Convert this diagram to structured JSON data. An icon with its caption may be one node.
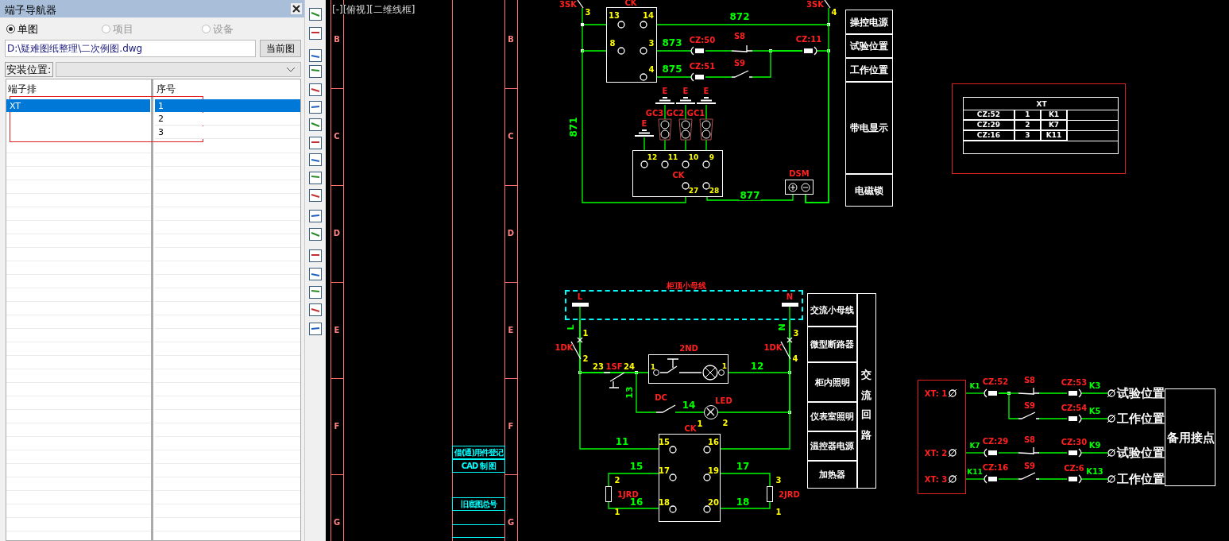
{
  "diagram": {
    "nodes": [
      {
        "text": [
          "CK"
        ]
      },
      {
        "text": [
          "CK"
        ]
      },
      {
        "text": [
          "DSM"
        ]
      },
      {
        "text": [
          "柜顶小母线"
        ]
      },
      {
        "text": [
          "2ND"
        ]
      },
      {
        "text": [
          "CK"
        ]
      },
      {
        "text": [
          "XT"
        ]
      },
      {
        "text": [
          "XT: 1",
          "XT: 2",
          "XT: 3"
        ]
      },
      {
        "text": [
          "备用接点"
        ]
      },
      {
        "text": [],
        "shape": "box",
        "beside": [
          "2",
          "1JRD",
          "1"
        ]
      },
      {
        "text": [],
        "shape": "box",
        "beside": [
          "3",
          "2JRD",
          "1"
        ]
      },
      {
        "text": [
          "E"
        ]
      },
      {
        "text": [
          "E"
        ]
      },
      {
        "text": [
          "E"
        ]
      },
      {
        "text": [
          "E"
        ]
      },
      {
        "text": [],
        "shape": "indicator",
        "beside": [
          "GC3"
        ]
      },
      {
        "text": [],
        "shape": "indicator",
        "beside": [
          "GC2"
        ]
      },
      {
        "text": [],
        "shape": "indicator",
        "beside": [
          "GC1"
        ]
      },
      {
        "text": [],
        "shape": "plug",
        "beside": [
          "CZ:50"
        ]
      },
      {
        "text": [],
        "shape": "plug",
        "beside": [
          "CZ:51"
        ]
      },
      {
        "text": [],
        "shape": "switch",
        "beside": [
          "DC"
        ]
      },
      {
        "text": [],
        "shape": "circle",
        "beside": [
          "LED",
          "1",
          "2"
        ]
      },
      {
        "text": [],
        "shape": "plug",
        "beside": [
          "CZ:52"
        ]
      },
      {
        "text": [],
        "shape": "plug",
        "beside": [
          "CZ:29"
        ]
      },
      {
        "text": [],
        "shape": "plug",
        "beside": [
          "CZ:16"
        ]
      },
      {
        "text": [],
        "shape": "switch",
        "beside": [
          "S8"
        ]
      },
      {
        "text": [],
        "shape": "switch",
        "beside": [
          "S9"
        ]
      },
      {
        "text": [],
        "shape": "plug",
        "beside": [
          "CZ:11"
        ]
      },
      {
        "text": [],
        "shape": "switch",
        "beside": [
          "S8"
        ]
      },
      {
        "text": [],
        "shape": "switch",
        "beside": [
          "S9"
        ]
      },
      {
        "text": [],
        "shape": "switch",
        "beside": [
          "S8"
        ]
      },
      {
        "text": [],
        "shape": "switch",
        "beside": [
          "S9"
        ]
      },
      {
        "text": [],
        "shape": "plug",
        "beside": [
          "CZ:53"
        ]
      },
      {
        "text": [],
        "shape": "plug",
        "beside": [
          "CZ:54"
        ]
      },
      {
        "text": [],
        "shape": "plug",
        "beside": [
          "CZ:30"
        ]
      },
      {
        "text": [],
        "shape": "plug",
        "beside": [
          "CZ:6"
        ]
      },
      {
        "text": [],
        "shape": "terminal",
        "beside": [
          "试验位置"
        ]
      },
      {
        "text": [],
        "shape": "terminal",
        "beside": [
          "工作位置"
        ]
      },
      {
        "text": [],
        "shape": "terminal",
        "beside": [
          "试验位置"
        ]
      },
      {
        "text": [],
        "shape": "terminal",
        "beside": [
          "工作位置"
        ]
      }
    ],
    "edges": [
      {
        "from": 0,
        "to": 1,
        "arrow": "none",
        "label": "871"
      },
      {
        "from": 1,
        "to": 2,
        "arrow": "none",
        "label": "877"
      },
      {
        "from": 0,
        "to": 2,
        "arrow": "none",
        "label": "872"
      },
      {
        "from": 3,
        "to": 4,
        "arrow": "none"
      },
      {
        "from": 4,
        "to": 3,
        "arrow": "none",
        "label": "12"
      },
      {
        "from": 3,
        "to": 5,
        "arrow": "none",
        "label": "11"
      },
      {
        "from": 3,
        "to": 5,
        "arrow": "none"
      },
      {
        "from": 5,
        "to": 9,
        "arrow": "none",
        "label": "15"
      },
      {
        "from": 9,
        "to": 5,
        "arrow": "none",
        "label": "16"
      },
      {
        "from": 5,
        "to": 10,
        "arrow": "none",
        "label": "17"
      },
      {
        "from": 10,
        "to": 5,
        "arrow": "none",
        "label": "18"
      },
      {
        "from": 11,
        "to": 15,
        "arrow": "none"
      },
      {
        "from": 12,
        "to": 16,
        "arrow": "none"
      },
      {
        "from": 13,
        "to": 17,
        "arrow": "none"
      },
      {
        "from": 15,
        "to": 1,
        "arrow": "none"
      },
      {
        "from": 16,
        "to": 1,
        "arrow": "none"
      },
      {
        "from": 17,
        "to": 1,
        "arrow": "none"
      },
      {
        "from": 14,
        "to": 1,
        "arrow": "none"
      },
      {
        "from": 0,
        "to": 18,
        "arrow": "none",
        "label": "873"
      },
      {
        "from": 0,
        "to": 19,
        "arrow": "none",
        "label": "875"
      },
      {
        "from": 3,
        "to": 20,
        "arrow": "none",
        "label": "13"
      },
      {
        "from": 20,
        "to": 21,
        "arrow": "none",
        "label": "14"
      },
      {
        "from": 21,
        "to": 3,
        "arrow": "none"
      },
      {
        "from": 7,
        "to": 22,
        "arrow": "none",
        "label": "K1"
      },
      {
        "from": 7,
        "to": 23,
        "arrow": "none",
        "label": "K7"
      },
      {
        "from": 7,
        "to": 24,
        "arrow": "none",
        "label": "K11"
      },
      {
        "from": 18,
        "to": 25,
        "arrow": "none"
      },
      {
        "from": 19,
        "to": 26,
        "arrow": "none"
      },
      {
        "from": 25,
        "to": 27,
        "arrow": "none"
      },
      {
        "from": 26,
        "to": 27,
        "arrow": "none"
      },
      {
        "from": 27,
        "to": 2,
        "arrow": "none"
      },
      {
        "from": 22,
        "to": 28,
        "arrow": "none"
      },
      {
        "from": 22,
        "to": 29,
        "arrow": "none"
      },
      {
        "from": 23,
        "to": 30,
        "arrow": "none"
      },
      {
        "from": 24,
        "to": 31,
        "arrow": "none"
      },
      {
        "from": 28,
        "to": 32,
        "arrow": "none"
      },
      {
        "from": 29,
        "to": 33,
        "arrow": "none"
      },
      {
        "from": 30,
        "to": 34,
        "arrow": "none"
      },
      {
        "from": 31,
        "to": 35,
        "arrow": "none"
      },
      {
        "from": 32,
        "to": 36,
        "arrow": "none",
        "label": "K3"
      },
      {
        "from": 33,
        "to": 37,
        "arrow": "none",
        "label": "K5"
      },
      {
        "from": 34,
        "to": 38,
        "arrow": "none",
        "label": "K9"
      },
      {
        "from": 35,
        "to": 39,
        "arrow": "none",
        "label": "K13"
      }
    ],
    "labels": [
      "端子导航器",
      "单图",
      "项目",
      "设备",
      "D:\\疑难图纸整理\\二次例图.dwg",
      "当前图",
      "安装位置:",
      "端子排",
      "序号",
      "XT",
      "1",
      "2",
      "3",
      "[-][俯视][二维线框]",
      "B",
      "C",
      "D",
      "E",
      "F",
      "G",
      "B",
      "C",
      "D",
      "E",
      "F",
      "G",
      "借(通)用件登记",
      "CAD 制 图",
      "旧底图总号",
      "3SK",
      "3",
      "13",
      "14",
      "8",
      "3",
      "4",
      "3SK",
      "4",
      "12",
      "11",
      "10",
      "9",
      "27",
      "28",
      "操控电源",
      "试验位置",
      "工作位置",
      "带电显示",
      "电磁锁",
      "CZ:52",
      "1",
      "K1",
      "CZ:29",
      "2",
      "K7",
      "CZ:16",
      "3",
      "K11",
      "L",
      "N",
      "L",
      "N",
      "1",
      "3",
      "1DK",
      "1DK",
      "2",
      "4",
      "23",
      "1SF",
      "24",
      "1",
      "1",
      "15",
      "16",
      "17",
      "19",
      "18",
      "20",
      "交流小母线",
      "微型断路器",
      "柜内照明",
      "仪表室照明",
      "温控器电源",
      "加热器",
      "交流回路"
    ]
  }
}
